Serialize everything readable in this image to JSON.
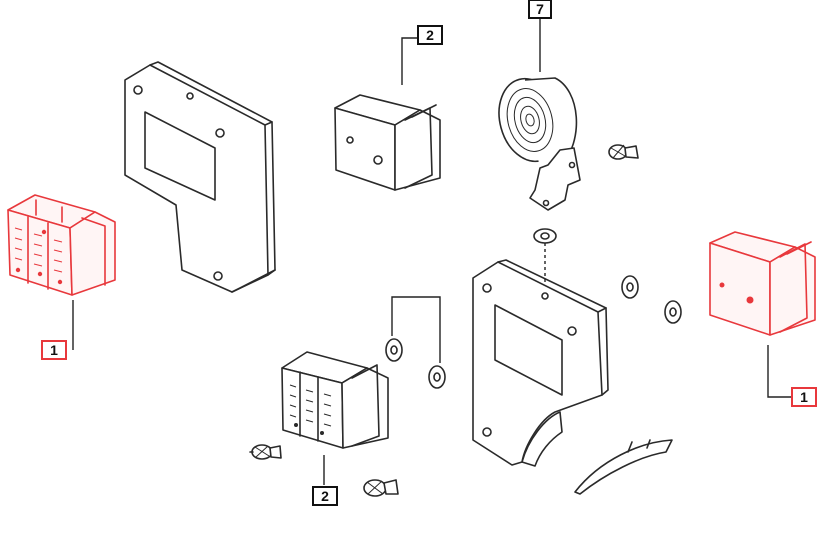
{
  "diagram": {
    "callouts": [
      {
        "id": "c1-left",
        "label": "1",
        "highlight": true
      },
      {
        "id": "c1-right",
        "label": "1",
        "highlight": true
      },
      {
        "id": "c2-top",
        "label": "2",
        "highlight": false
      },
      {
        "id": "c2-bottom",
        "label": "2",
        "highlight": false
      },
      {
        "id": "c7-top",
        "label": "7",
        "highlight": false
      }
    ],
    "colors": {
      "highlight": "#e8383c",
      "line": "#2a2a2a",
      "background": "#ffffff"
    }
  }
}
